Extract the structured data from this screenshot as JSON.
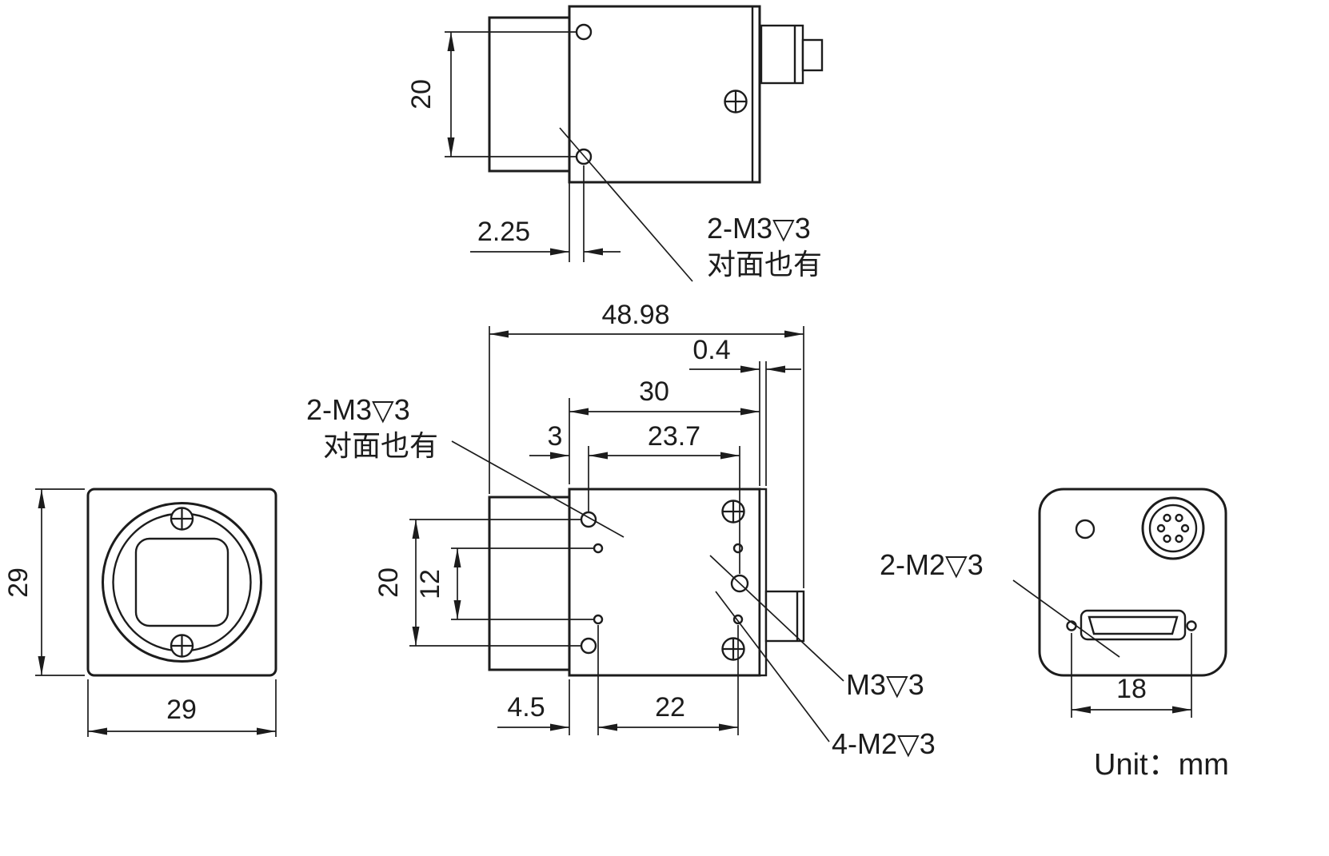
{
  "colors": {
    "line": "#1c1c1c",
    "background": "#ffffff"
  },
  "drawing": {
    "unit_note": "Unit：mm",
    "views": {
      "top": {
        "dim_hole_spacing": "20",
        "dim_hole_offset": "2.25",
        "label_m3_line1": "2-M3▽3",
        "label_m3_line2": "对面也有"
      },
      "front": {
        "dim_height": "29",
        "dim_width": "29"
      },
      "side": {
        "dim_total_length": "48.98",
        "dim_rear_offset": "0.4",
        "dim_flange_span": "30",
        "dim_front_to_hole": "3",
        "dim_m3_span": "23.7",
        "dim_hole_spacing_v": "20",
        "dim_m2_spacing_v": "12",
        "dim_bottom_offset": "4.5",
        "dim_bottom_span": "22",
        "label_m3_line1": "2-M3▽3",
        "label_m3_line2": "对面也有",
        "label_m3_rear": "M3▽3",
        "label_m2_four": "4-M2▽3"
      },
      "rear": {
        "dim_connector_span": "18",
        "label_m2_two": "2-M2▽3"
      }
    }
  }
}
